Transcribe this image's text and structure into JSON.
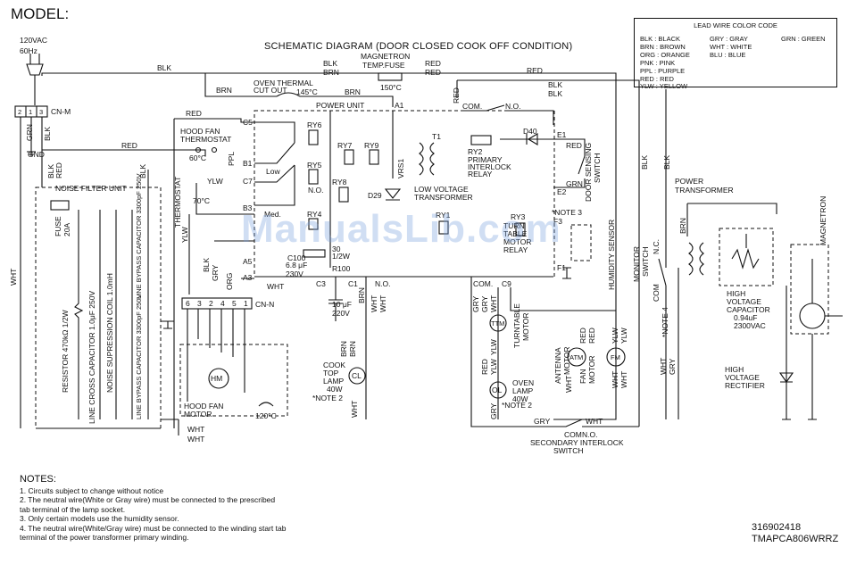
{
  "model_label": "MODEL:",
  "title": "SCHEMATIC DIAGRAM (DOOR CLOSED COOK OFF CONDITION)",
  "legend": {
    "title": "LEAD WIRE COLOR CODE",
    "col1": [
      "BLK : BLACK",
      "BRN : BROWN",
      "ORG : ORANGE",
      "PNK : PINK",
      "PPL : PURPLE",
      "RED : RED",
      "YLW : YELLOW"
    ],
    "col2": [
      "GRY : GRAY",
      "WHT : WHITE",
      "BLU : BLUE"
    ],
    "col3": [
      "GRN : GREEN"
    ]
  },
  "supply": {
    "voltage": "120VAC",
    "freq": "60Hz",
    "cn": "CN-M",
    "pins": [
      "2",
      "1",
      "3"
    ]
  },
  "labels": {
    "blk": "BLK",
    "red": "RED",
    "brn": "BRN",
    "wht": "WHT",
    "grn": "GRN",
    "gry": "GRY",
    "ylw": "YLW",
    "org": "ORG",
    "gnd": "GND",
    "noise_filter": "NOISE FILTER UNIT",
    "fuse": "FUSE",
    "fuse_rating": "20A",
    "resistor": "RESISTOR 470kΩ 1/2W",
    "line_cross": "LINE CROSS CAPACITOR 1.0μF 250V",
    "noise_coil": "NOISE SUPRESSION COIL 1.0mH",
    "line_bypass": "LINE BYPASS CAPACITOR 3300pF 250V",
    "oven_thermal": "OVEN THERMAL",
    "cut_out": "CUT OUT",
    "t145": "145°C",
    "mag_fuse_1": "MAGNETRON",
    "mag_fuse_2": "TEMP.FUSE",
    "t150": "150°C",
    "power_unit": "POWER UNIT",
    "hood_fan_thermo_1": "HOOD FAN",
    "hood_fan_thermo_2": "THERMOSTAT",
    "t60": "60°C",
    "thermostat": "THERMOSTAT",
    "t70": "70°C",
    "ppl": "PPL",
    "ry6": "RY6",
    "ry5": "RY5",
    "ry7": "RY7",
    "ry9": "RY9",
    "ry8": "RY8",
    "ry4": "RY4",
    "ry1": "RY1",
    "ry3": "RY3",
    "ry2": "RY2",
    "low": "Low",
    "med": "Med.",
    "no": "N.O.",
    "nc": "N.C.",
    "com": "COM.",
    "com2": "COM",
    "c5": "C5",
    "b1": "B1",
    "c7": "C7",
    "b3": "B3",
    "a5": "A5",
    "a3": "A3",
    "a1": "A1",
    "c3": "C3",
    "c1": "C1",
    "c9": "C9",
    "e1": "E1",
    "e2": "E2",
    "f3": "F3",
    "f1": "F1",
    "d40": "D40",
    "d29": "D29",
    "t1": "T1",
    "vrs1": "VRS1",
    "ry2_1": "PRIMARY",
    "ry2_2": "INTERLOCK",
    "ry2_3": "RELAY",
    "lvt_1": "LOW VOLTAGE",
    "lvt_2": "TRANSFORMER",
    "ttmr_1": "TURN",
    "ttmr_2": "TABLE",
    "ttmr_3": "MOTOR",
    "ttmr_4": "RELAY",
    "note3": "*NOTE 3",
    "humidity": "HUMIDITY SENSOR",
    "door_1": "DOOR SENSING",
    "door_2": "SWITCH",
    "r30": "30",
    "r_spec": "1/2W",
    "r100": "R100",
    "c100": "C100",
    "c100_val": "6.8 μF",
    "c100_v": "230V",
    "c_10": "10 μF",
    "c_220": "220V",
    "cnn": "CN-N",
    "cnn_pins": [
      "6",
      "3",
      "2",
      "4",
      "5",
      "1"
    ],
    "hm": "HM",
    "hood_motor_1": "HOOD FAN",
    "hood_motor_2": "MOTOR",
    "t120": "120°C",
    "cl": "CL",
    "cook_1": "COOK",
    "cook_2": "TOP",
    "cook_3": "LAMP",
    "cook_4": "40W",
    "note2": "*NOTE 2",
    "ttm": "TTM",
    "tt_motor_1": "TURNTABLE",
    "tt_motor_2": "MOTOR",
    "ol": "OL",
    "oven_lamp_1": "OVEN",
    "oven_lamp_2": "LAMP",
    "oven_lamp_3": "40W",
    "atm": "ATM",
    "ant_1": "ANTENNA",
    "ant_2": "MOTOR",
    "fm": "FM",
    "fan_1": "FAN",
    "fan_2": "MOTOR",
    "sec_1": "SECONDARY INTERLOCK",
    "sec_2": "SWITCH",
    "mon_1": "MONITOR",
    "mon_2": "SWITCH",
    "note4": "*NOTE 4",
    "pt": "POWER",
    "pt2": "TRANSFORMER",
    "hvc_1": "HIGH",
    "hvc_2": "VOLTAGE",
    "hvc_3": "CAPACITOR",
    "hvc_4": "0.94uF",
    "hvc_5": "2300VAC",
    "hvr_1": "HIGH",
    "hvr_2": "VOLTAGE",
    "hvr_3": "RECTIFIER",
    "magnetron": "MAGNETRON"
  },
  "notes": {
    "heading": "NOTES:",
    "items": [
      "1.  Circuits subject to change without notice",
      "2.  The neutral wire(White or Gray wire) must be connected to the prescribed",
      "     tab terminal of the lamp socket.",
      "3.  Only certain models use the humidity sensor.",
      "4.  The neutral wire(White/Gray wire) must be connected to the winding start tab",
      "     terminal of the power transformer primary winding."
    ]
  },
  "part_number": "316902418",
  "model_number": "TMAPCA806WRRZ",
  "watermark": "ManualsLib.com"
}
